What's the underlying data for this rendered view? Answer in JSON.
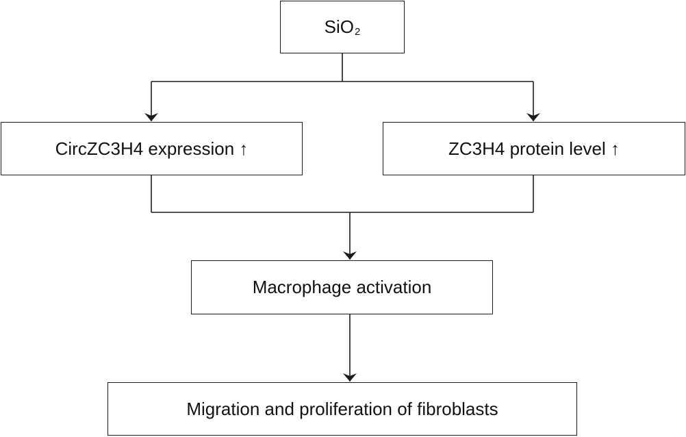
{
  "nodes": {
    "sio2": {
      "main": "SiO",
      "subscript": "2"
    },
    "circ": {
      "label": "CircZC3H4 expression ↑"
    },
    "zc3h4": {
      "label": "ZC3H4 protein level ↑"
    },
    "macrophage": {
      "label": "Macrophage activation"
    },
    "migration": {
      "label": "Migration and proliferation of fibroblasts"
    }
  },
  "edges": [
    {
      "from": "sio2",
      "to": "circ"
    },
    {
      "from": "sio2",
      "to": "zc3h4"
    },
    {
      "from": "circ",
      "to": "macrophage"
    },
    {
      "from": "zc3h4",
      "to": "macrophage"
    },
    {
      "from": "macrophage",
      "to": "migration"
    }
  ],
  "colors": {
    "line": "#1a1a1a",
    "box_fill": "#ffffff"
  }
}
